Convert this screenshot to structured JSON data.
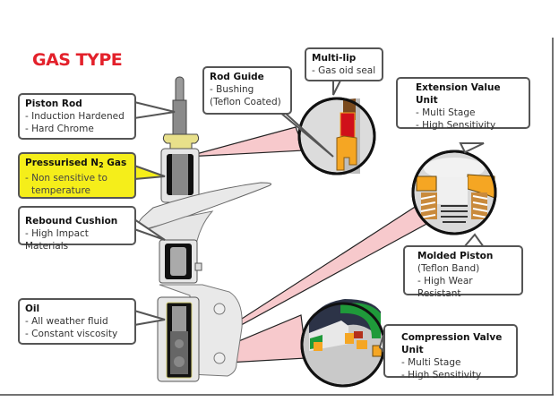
{
  "title": "GAS TYPE",
  "colors": {
    "title": "#e3212b",
    "highlight_callout": "#f5ee1a",
    "callout_border": "#555555",
    "magnifier_beam": "#f7c9cc",
    "teflon_orange": "#f5a623",
    "seal_red": "#d0101a",
    "seal_brown": "#7a4a1e",
    "valve_green": "#1f9a3a",
    "valve_navy": "#2c3347"
  },
  "callouts": {
    "piston_rod": {
      "heading": "Piston Rod",
      "lines": [
        "- Induction Hardened",
        "- Hard Chrome"
      ]
    },
    "n2_gas": {
      "heading_pre": "Pressurised N",
      "heading_sub": "2",
      "heading_post": " Gas",
      "lines": [
        "- Non sensitive to",
        "  temperature"
      ]
    },
    "rebound_cushion": {
      "heading": "Rebound Cushion",
      "lines": [
        "- High Impact Materials"
      ]
    },
    "oil": {
      "heading": "Oil",
      "lines": [
        "- All weather fluid",
        "- Constant viscosity"
      ]
    },
    "rod_guide": {
      "heading": "Rod Guide",
      "lines": [
        "- Bushing",
        "(Teflon Coated)"
      ]
    },
    "multi_lip": {
      "heading": "Multi-lip",
      "lines": [
        "- Gas oid seal"
      ]
    },
    "extension_valve": {
      "heading": "Extension Value Unit",
      "lines": [
        "- Multi Stage",
        "- High Sensitivity"
      ]
    },
    "molded_piston": {
      "heading": "Molded Piston",
      "lines": [
        "(Teflon Band)",
        "- High Wear Resistant"
      ]
    },
    "compression_valve": {
      "heading": "Compression Valve Unit",
      "lines": [
        "- Multi Stage",
        "- High Sensitivity"
      ]
    }
  }
}
